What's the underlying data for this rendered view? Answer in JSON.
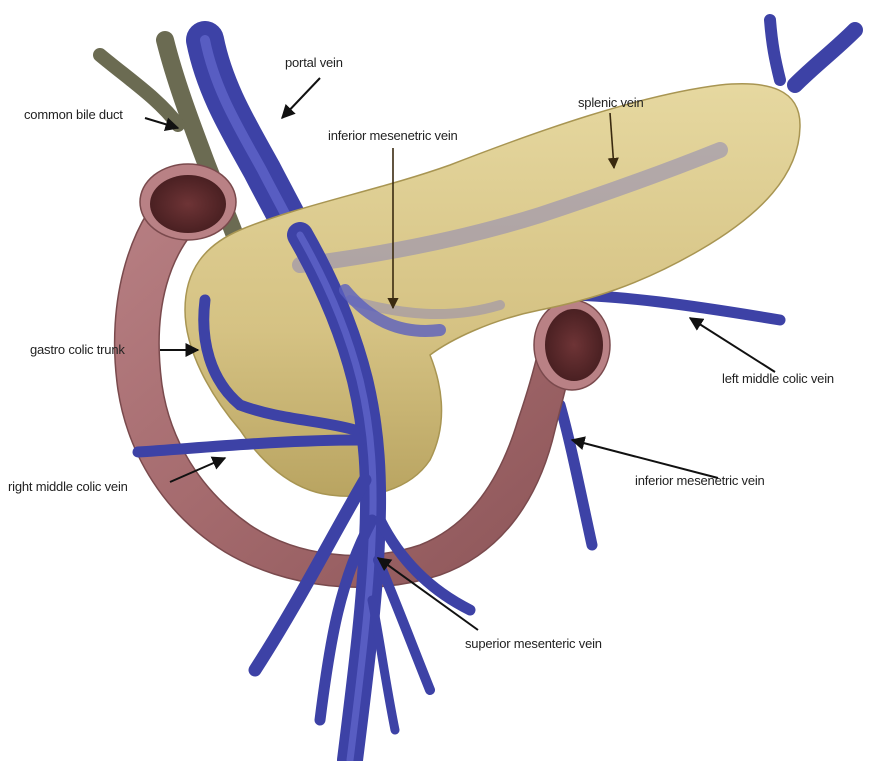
{
  "diagram": {
    "labels": {
      "portal_vein": "portal vein",
      "common_bile_duct": "common bile duct",
      "splenic_vein": "splenic vein",
      "inferior_mesenteric_vein_top": "inferior mesenetric vein",
      "gastro_colic_trunk": "gastro colic trunk",
      "left_middle_colic_vein": "left middle colic vein",
      "inferior_mesenteric_vein_right": "inferior mesenetric vein",
      "right_middle_colic_vein": "right middle colic vein",
      "superior_mesenteric_vein": "superior mesenteric vein"
    },
    "colors": {
      "vein": "#4a4fb8",
      "vein_highlight": "#7c82e0",
      "pancreas": "#d9c98a",
      "pancreas_shadow": "#b8a563",
      "duodenum": "#a86b6e",
      "duodenum_lumen": "#5a2a2c",
      "bile_duct": "#6b6b52"
    }
  }
}
